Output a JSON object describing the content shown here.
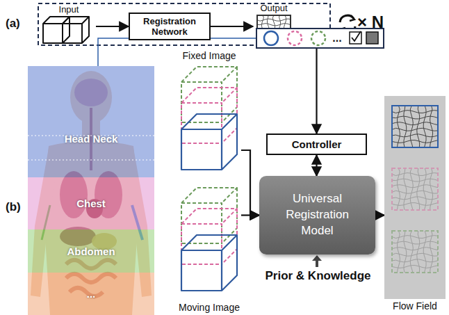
{
  "diagram": {
    "nodes": [
      {
        "text": [
          "Input"
        ]
      },
      {
        "text": [
          "Registration Network"
        ]
      },
      {
        "text": [
          "Output"
        ]
      },
      {
        "text": [
          "..."
        ]
      },
      {
        "text": [
          "Controller"
        ]
      },
      {
        "text": [
          "Universal Registration Model"
        ]
      },
      {
        "text": [
          "Flow Field"
        ]
      },
      {
        "text": [
          "Head Neck"
        ]
      },
      {
        "text": [
          "Chest"
        ]
      },
      {
        "text": [
          "Abdomen"
        ]
      },
      {
        "text": [
          "..."
        ]
      },
      {
        "text": [
          "Fixed Image"
        ]
      },
      {
        "text": [
          "Moving Image"
        ]
      }
    ],
    "edges": [
      {
        "from": 0,
        "to": 1,
        "arrow": "to"
      },
      {
        "from": 1,
        "to": 2,
        "arrow": "to"
      },
      {
        "from": 3,
        "to": 4,
        "arrow": "to"
      },
      {
        "from": 4,
        "to": 5,
        "arrow": "both"
      },
      {
        "from": 5,
        "to": 6,
        "arrow": "to"
      },
      {
        "from": 11,
        "to": 5,
        "arrow": "to"
      },
      {
        "from": 12,
        "to": 5,
        "arrow": "to"
      },
      {
        "from": 3,
        "to": 7,
        "arrow": "none"
      }
    ],
    "labels": [
      "(a)",
      "× N",
      "(b)",
      "Prior & Knowledge"
    ]
  }
}
